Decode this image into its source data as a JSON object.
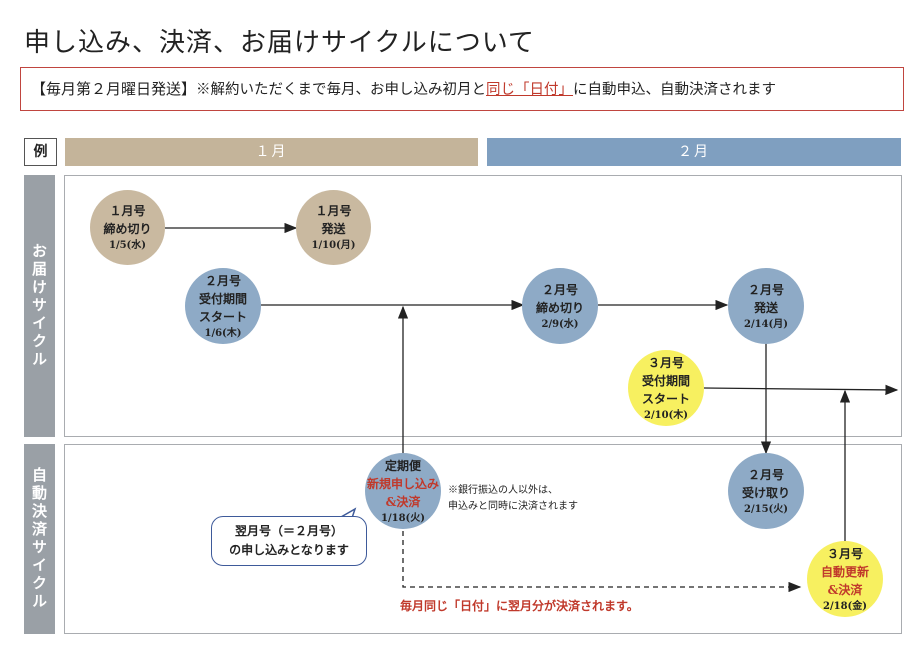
{
  "title": "申し込み、決済、お届けサイクルについて",
  "notice": {
    "tag": "【毎月第２月曜日発送】",
    "text_before": "※解約いただくまで毎月、お申し込み初月と",
    "highlight": "同じ「日付」",
    "text_after": "に自動申込、自動決済されます"
  },
  "example_label": "例",
  "months": [
    "１月",
    "２月"
  ],
  "side_labels": {
    "delivery": "お届けサイクル",
    "payment": "自動決済サイクル"
  },
  "nodes": {
    "n1": {
      "l1": "１月号",
      "l2": "締め切り",
      "date": "1/5(水)"
    },
    "n2": {
      "l1": "１月号",
      "l2": "発送",
      "date": "1/10(月)"
    },
    "n3": {
      "l1": "２月号",
      "l2": "受付期間",
      "l3": "スタート",
      "date": "1/6(木)"
    },
    "n4": {
      "l1": "２月号",
      "l2": "締め切り",
      "date": "2/9(水)"
    },
    "n5": {
      "l1": "２月号",
      "l2": "発送",
      "date": "2/14(月)"
    },
    "n6": {
      "l1": "３月号",
      "l2": "受付期間",
      "l3": "スタート",
      "date": "2/10(木)"
    },
    "n7": {
      "l1": "定期便",
      "l2": "新規申し込み",
      "l3": "&決済",
      "date": "1/18(火)"
    },
    "n8": {
      "l1": "２月号",
      "l2": "受け取り",
      "date": "2/15(火)"
    },
    "n9": {
      "l1": "３月号",
      "l2": "自動更新",
      "l3": "&決済",
      "date": "2/18(金)"
    }
  },
  "bank_note": [
    "※銀行振込の人以外は、",
    "申込みと同時に決済されます"
  ],
  "bubble": [
    "翌月号（＝２月号）",
    "の申し込みとなります"
  ],
  "bottom_note": "毎月同じ「日付」に翌月分が決済されます。",
  "colors": {
    "tan": "#c9b9a0",
    "blue": "#8eaac6",
    "yellow": "#f7f060",
    "accent_red": "#c0392b",
    "month1": "#c4b49a",
    "month2": "#7f9fc0",
    "side": "#9aa0a6"
  }
}
